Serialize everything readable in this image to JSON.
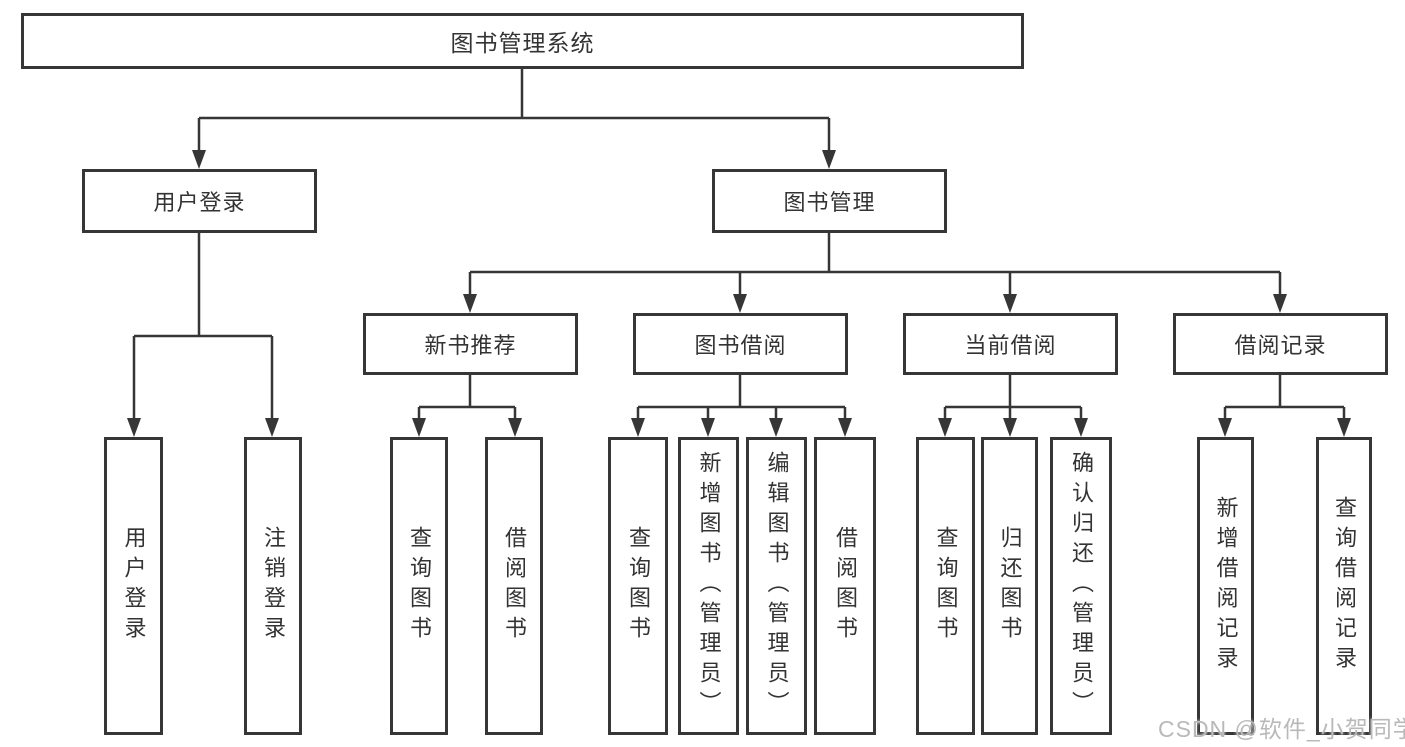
{
  "colors": {
    "background": "#ffffff",
    "line": "#363636",
    "box_border": "#363636",
    "text": "#333333",
    "watermark": "#b9b9b9"
  },
  "diagram": {
    "title": "图书管理系统",
    "root": {
      "label": "图书管理系统"
    },
    "level2": [
      {
        "label": "用户登录"
      },
      {
        "label": "图书管理"
      }
    ],
    "level3": [
      {
        "label": "新书推荐",
        "parent": "图书管理"
      },
      {
        "label": "图书借阅",
        "parent": "图书管理"
      },
      {
        "label": "当前借阅",
        "parent": "图书管理"
      },
      {
        "label": "借阅记录",
        "parent": "图书管理"
      }
    ],
    "leaves": [
      {
        "label": "用户登录",
        "parent": "用户登录"
      },
      {
        "label": "注销登录",
        "parent": "用户登录"
      },
      {
        "label": "查询图书",
        "parent": "新书推荐"
      },
      {
        "label": "借阅图书",
        "parent": "新书推荐"
      },
      {
        "label": "查询图书",
        "parent": "图书借阅"
      },
      {
        "label": "新增图书（管理员）",
        "parent": "图书借阅"
      },
      {
        "label": "编辑图书（管理员）",
        "parent": "图书借阅"
      },
      {
        "label": "借阅图书",
        "parent": "图书借阅"
      },
      {
        "label": "查询图书",
        "parent": "当前借阅"
      },
      {
        "label": "归还图书",
        "parent": "当前借阅"
      },
      {
        "label": "确认归还（管理员）",
        "parent": "当前借阅"
      },
      {
        "label": "新增借阅记录",
        "parent": "借阅记录"
      },
      {
        "label": "查询借阅记录",
        "parent": "借阅记录"
      }
    ]
  },
  "watermark": {
    "text": "CSDN @软件_小贺同学"
  }
}
